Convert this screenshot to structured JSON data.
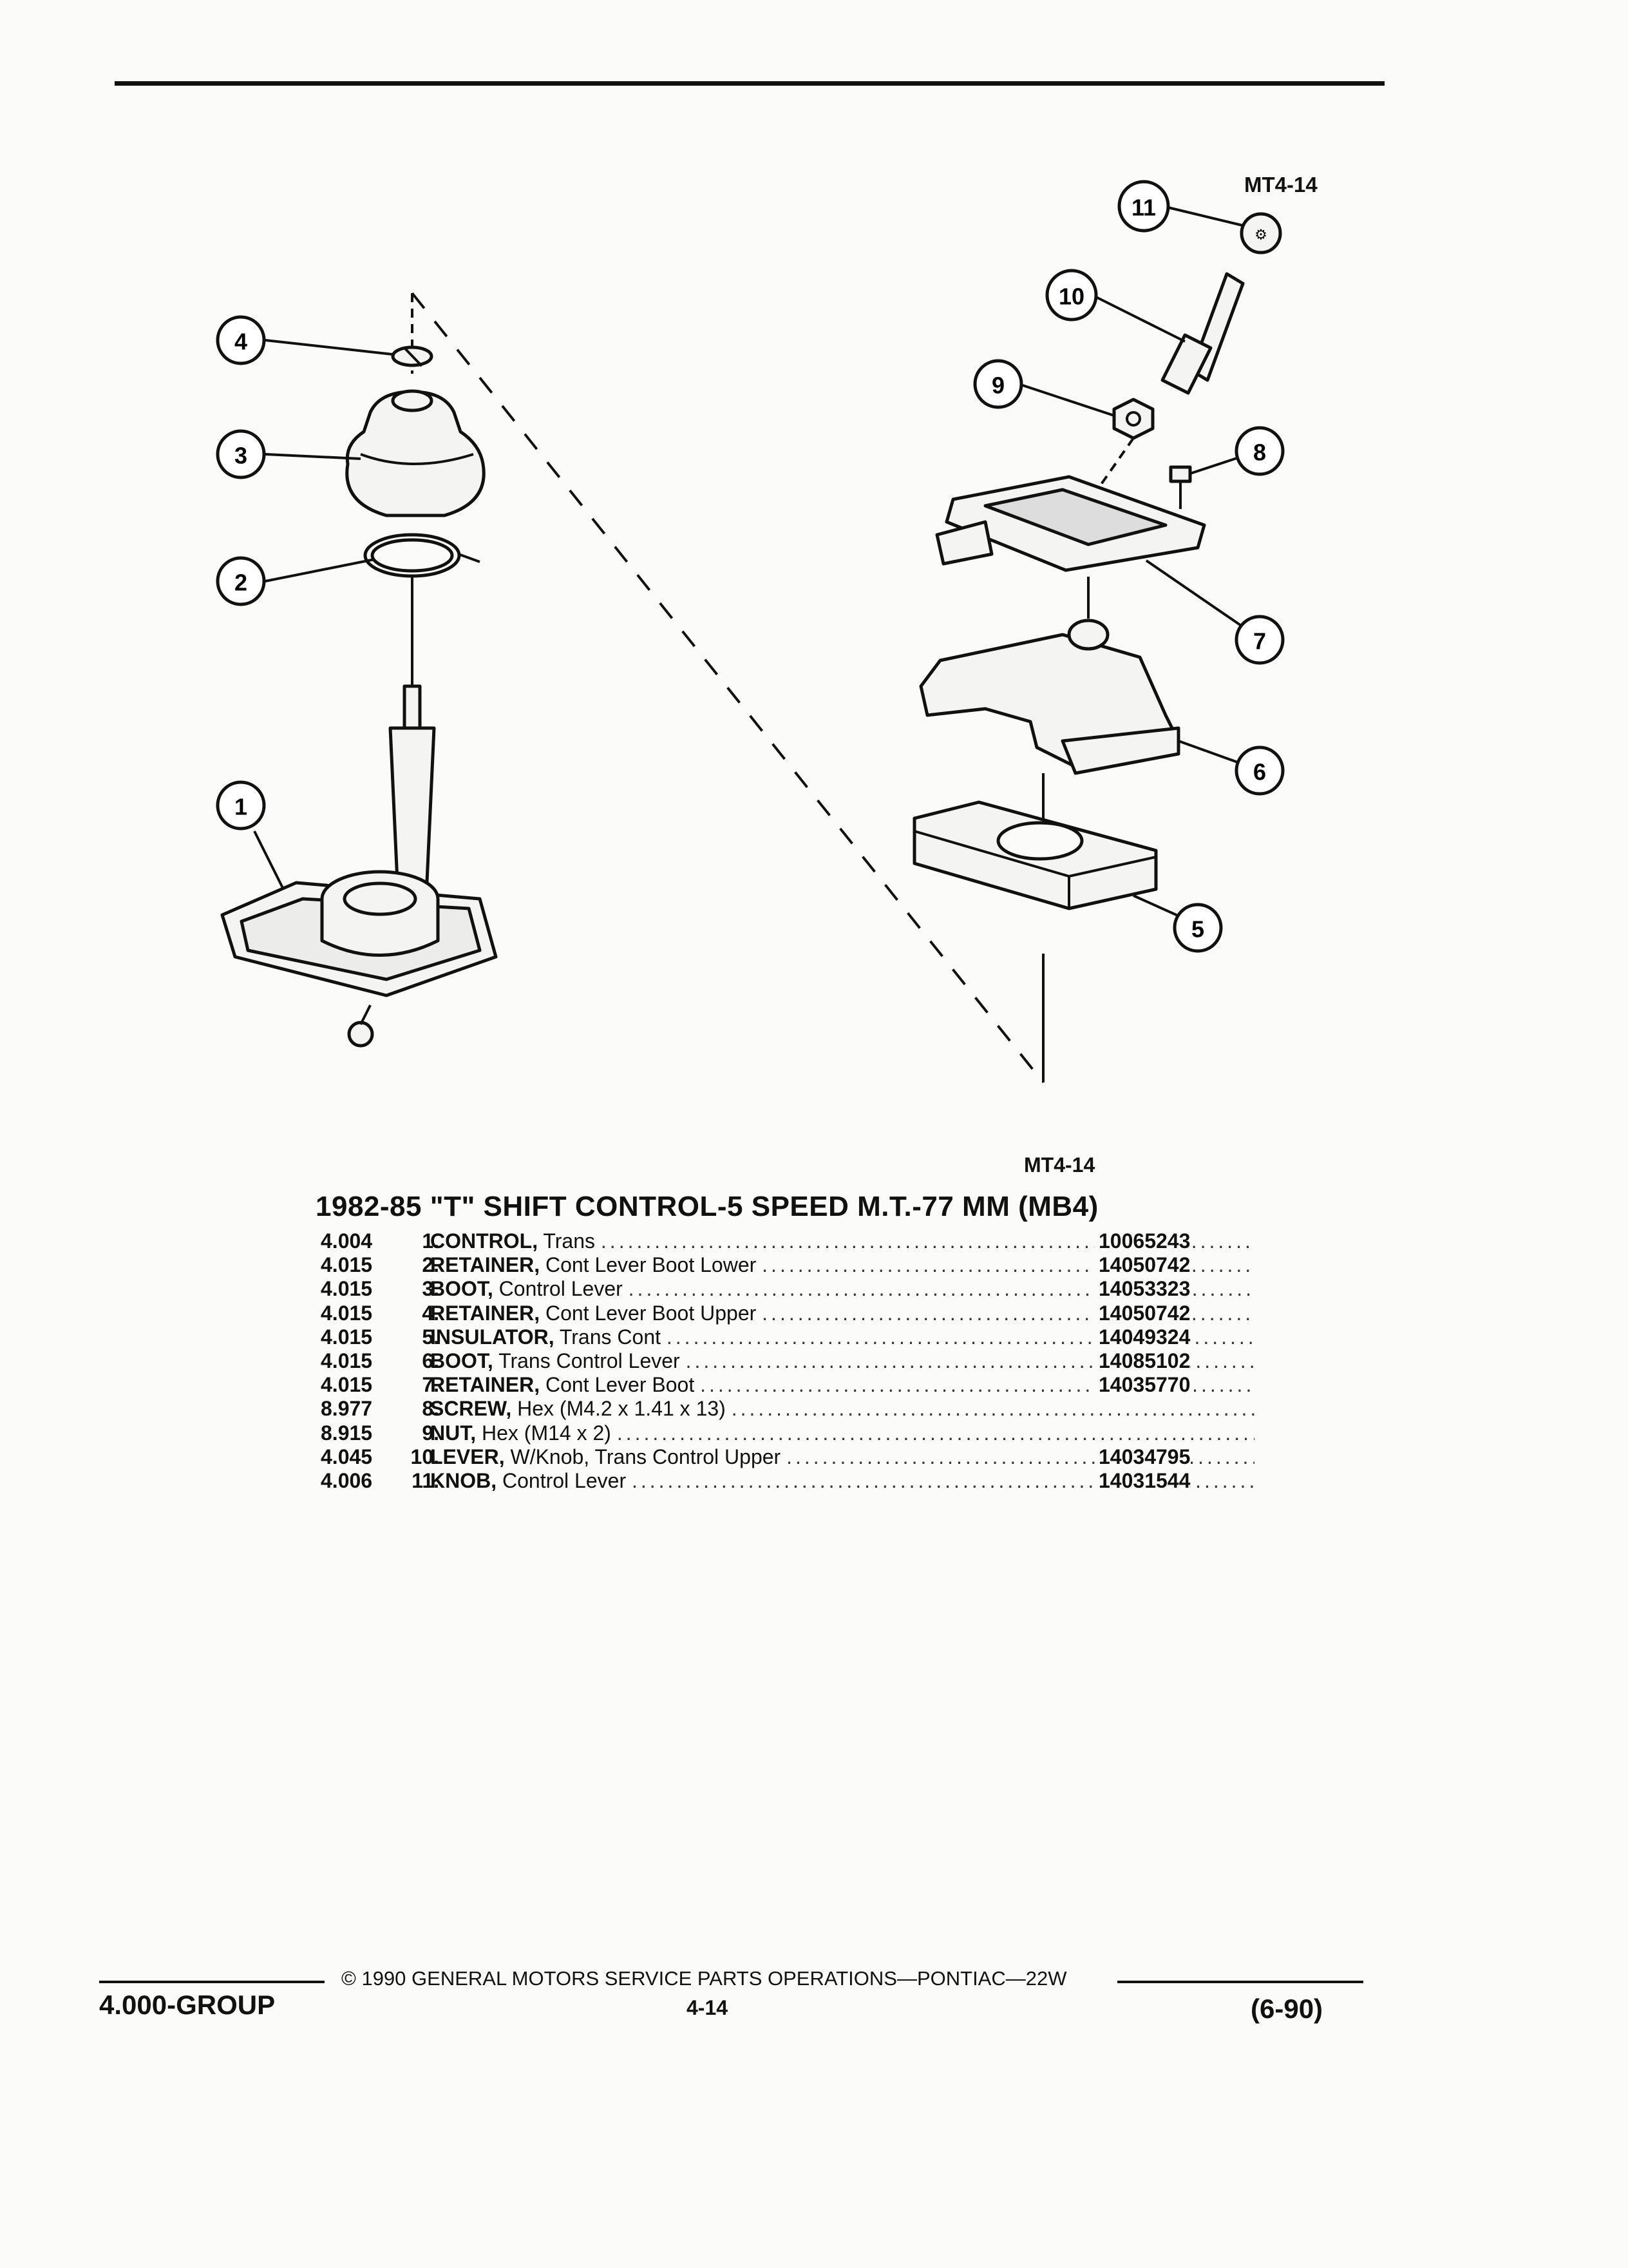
{
  "figure_id_top": "MT4-14",
  "figure_id_bottom": "MT4-14",
  "callouts": [
    "1",
    "2",
    "3",
    "4",
    "5",
    "6",
    "7",
    "8",
    "9",
    "10",
    "11"
  ],
  "title": "1982-85 \"T\" SHIFT CONTROL-5 SPEED M.T.-77 MM (MB4)",
  "parts": [
    {
      "num": "1.",
      "group": "4.004",
      "name": "CONTROL,",
      "desc": "Trans",
      "part_no": "10065243"
    },
    {
      "num": "2.",
      "group": "4.015",
      "name": "RETAINER,",
      "desc": "Cont Lever Boot Lower",
      "part_no": "14050742"
    },
    {
      "num": "3.",
      "group": "4.015",
      "name": "BOOT,",
      "desc": "Control Lever",
      "part_no": "14053323"
    },
    {
      "num": "4.",
      "group": "4.015",
      "name": "RETAINER,",
      "desc": "Cont Lever Boot Upper",
      "part_no": "14050742"
    },
    {
      "num": "5.",
      "group": "4.015",
      "name": "INSULATOR,",
      "desc": "Trans Cont",
      "part_no": "14049324"
    },
    {
      "num": "6.",
      "group": "4.015",
      "name": "BOOT,",
      "desc": "Trans Control Lever",
      "part_no": "14085102"
    },
    {
      "num": "7.",
      "group": "4.015",
      "name": "RETAINER,",
      "desc": "Cont Lever Boot",
      "part_no": "14035770"
    },
    {
      "num": "8.",
      "group": "8.977",
      "name": "SCREW,",
      "desc": "Hex (M4.2 x 1.41 x 13)",
      "part_no": ""
    },
    {
      "num": "9.",
      "group": "8.915",
      "name": "NUT,",
      "desc": "Hex (M14 x 2)",
      "part_no": ""
    },
    {
      "num": "10.",
      "group": "4.045",
      "name": "LEVER,",
      "desc": "W/Knob, Trans Control Upper",
      "part_no": "14034795"
    },
    {
      "num": "11.",
      "group": "4.006",
      "name": "KNOB,",
      "desc": "Control Lever",
      "part_no": "14031544"
    }
  ],
  "footer": {
    "copyright": "© 1990 GENERAL MOTORS SERVICE PARTS OPERATIONS—PONTIAC—22W",
    "group": "4.000-GROUP",
    "page": "4-14",
    "date": "(6-90)"
  }
}
